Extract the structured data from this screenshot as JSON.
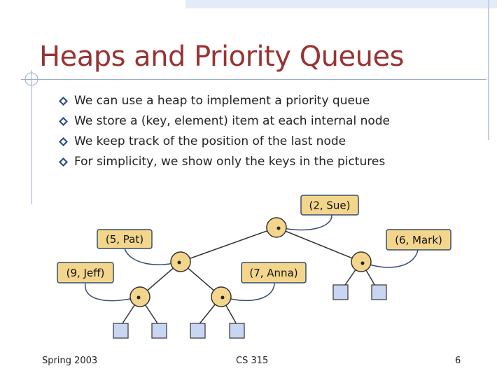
{
  "slide": {
    "title": "Heaps and Priority Queues",
    "bullets": [
      "We can use a heap to implement a priority queue",
      "We store a (key, element) item at each internal node",
      "We keep track of the position of the last node",
      "For simplicity, we show only the keys in the pictures"
    ],
    "footer": {
      "left": "Spring 2003",
      "center": "CS 315",
      "right": "6"
    }
  },
  "heap": {
    "labels": {
      "root": "(2, Sue)",
      "left": "(5, Pat)",
      "right": "(6, Mark)",
      "left_left": "(9, Jeff)",
      "left_right": "(7, Anna)"
    },
    "colors": {
      "node_fill": "#f3d68c",
      "leaf_fill": "#c9d6f2",
      "title": "#993333",
      "bullet_icon": "#2b4a8c"
    }
  }
}
